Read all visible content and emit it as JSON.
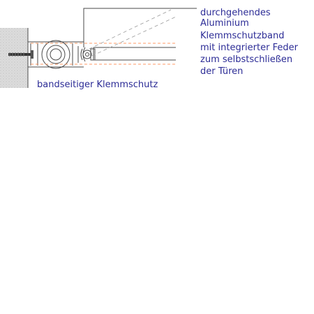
{
  "detail": {
    "caption": "bandseitiger Klemmschutz",
    "callout_lines": [
      "durchgehendes",
      "Aluminium",
      "Klemmschutzband",
      "mit integrierter Feder",
      "zum selbstschließen",
      "der Türen"
    ]
  },
  "colors": {
    "text": "#2c2c96",
    "outline": "#4a4a4a",
    "hidden_line": "#ff9966",
    "wall_fill": "#d8d8d8",
    "screw": "#333333"
  }
}
